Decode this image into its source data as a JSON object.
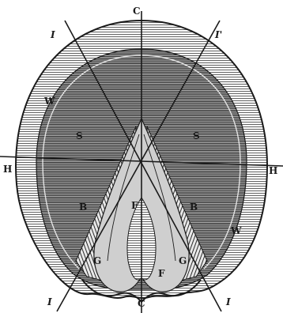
{
  "labels": {
    "c_top": "C",
    "c_bottom": "C",
    "h_left": "H",
    "h_right": "H",
    "i_top_left": "I",
    "i_top_right": "I'",
    "i_bottom_left": "I",
    "i_bottom_right": "I",
    "w_left": "W",
    "w_right": "W",
    "s_left": "S",
    "s_right": "S",
    "b_left": "B",
    "b_right": "B",
    "f_upper": "F",
    "f_lower": "F",
    "g_left": "G",
    "g_right": "G"
  },
  "colors": {
    "ink": "#1a1a1a",
    "paper": "#ffffff",
    "wall_fill": "#b8b8b8",
    "sole_fill": "#6e6e6e",
    "frog_fill": "#9a9a9a"
  }
}
